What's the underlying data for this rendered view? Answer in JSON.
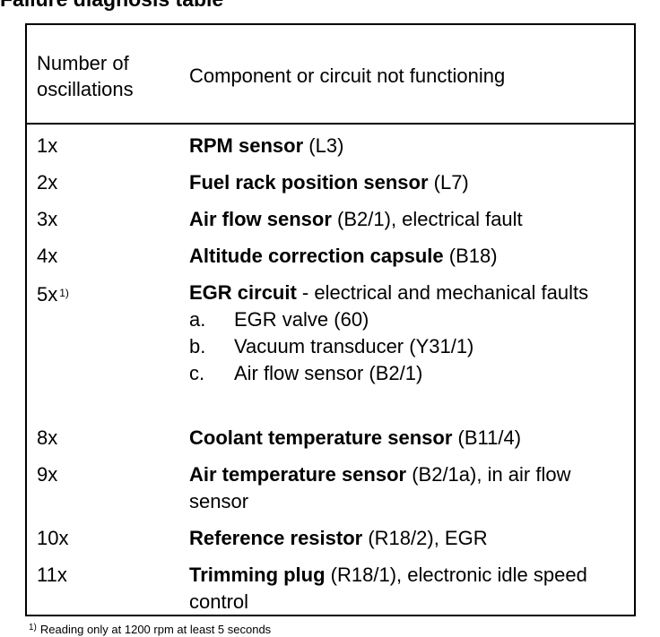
{
  "title": "Failure diagnosis table",
  "header": {
    "col1": "Number of\noscillations",
    "col2": "Component or circuit not functioning"
  },
  "rows": [
    {
      "num": "1x",
      "bold": "RPM sensor",
      "rest": " (L3)"
    },
    {
      "num": "2x",
      "bold": "Fuel rack position sensor",
      "rest": " (L7)"
    },
    {
      "num": "3x",
      "bold": "Air flow sensor",
      "rest": " (B2/1), electrical fault"
    },
    {
      "num": "4x",
      "bold": "Altitude correction capsule",
      "rest": " (B18)"
    },
    {
      "num": "5x",
      "sup": "1)",
      "bold": "EGR circuit",
      "rest": " - electrical and mechanical faults",
      "subitems": [
        {
          "letter": "a.",
          "text": "EGR valve (60)"
        },
        {
          "letter": "b.",
          "text": "Vacuum transducer (Y31/1)"
        },
        {
          "letter": "c.",
          "text": "Air flow sensor (B2/1)"
        }
      ]
    },
    {
      "num": "8x",
      "bold": "Coolant temperature sensor",
      "rest": " (B11/4)"
    },
    {
      "num": "9x",
      "bold": "Air temperature sensor",
      "rest": " (B2/1a), in air flow sensor"
    },
    {
      "num": "10x",
      "bold": "Reference resistor",
      "rest": " (R18/2), EGR"
    },
    {
      "num": "11x",
      "bold": "Trimming plug",
      "rest": " (R18/1), electronic idle speed control"
    }
  ],
  "footnote": {
    "marker": "1)",
    "text": "Reading only at 1200 rpm at least 5 seconds"
  }
}
